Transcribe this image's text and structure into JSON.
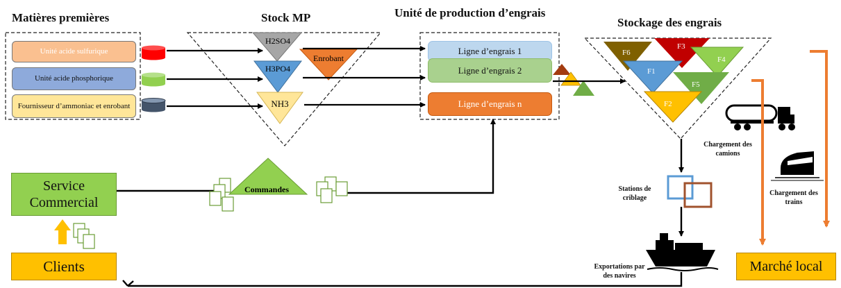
{
  "sections": {
    "raw_materials": "Matières premières",
    "stock_mp": "Stock MP",
    "production": "Unité de production d’engrais",
    "storage": "Stockage des engrais"
  },
  "raw_materials": [
    "Unité acide sulfurique",
    "Unité acide phosphorique",
    "Fournisseur d’ammoniac et enrobant"
  ],
  "stock_mp": {
    "h2so4": "H2SO4",
    "h3po4": "H3PO4",
    "nh3": "NH3",
    "enrobant": "Enrobant"
  },
  "production_lines": [
    "Ligne d’engrais 1",
    "Ligne d’engrais 2",
    "Ligne d’engrais n"
  ],
  "fertilizers": [
    "F6",
    "F3",
    "F4",
    "F1",
    "F5",
    "F2"
  ],
  "service_commercial": "Service Commercial",
  "commandes": "Commandes",
  "clients": "Clients",
  "marche_local": "Marché local",
  "labels": {
    "stations_criblage": "Stations de criblage",
    "chargement_camions": "Chargement des camions",
    "chargement_trains": "Chargement des trains",
    "exportations": "Exportations par des navires"
  },
  "colors": {
    "sulfurique": "#fac090",
    "phosphorique": "#8eaadb",
    "ammoniac": "#ffe699",
    "green": "#92d050",
    "orange": "#ed7d31",
    "yellow": "#ffc000",
    "blue": "#5b9bd5",
    "grey": "#a6a6a6",
    "darkred": "#c00000",
    "olive": "#7f6000"
  }
}
